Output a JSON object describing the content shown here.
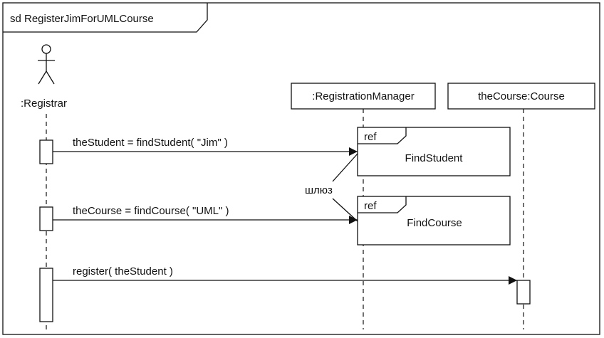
{
  "diagram": {
    "frame_label": "sd RegisterJimForUMLCourse",
    "lifelines": {
      "registrar": ":Registrar",
      "registration_manager": ":RegistrationManager",
      "course": "theCourse:Course"
    },
    "messages": {
      "find_student": "theStudent = findStudent( \"Jim\" )",
      "find_course": "theCourse = findCourse( \"UML\" )",
      "register": "register( theStudent )"
    },
    "interaction_uses": {
      "find_student": {
        "tag": "ref",
        "name": "FindStudent"
      },
      "find_course": {
        "tag": "ref",
        "name": "FindCourse"
      }
    },
    "gate_label": "шлюз"
  }
}
